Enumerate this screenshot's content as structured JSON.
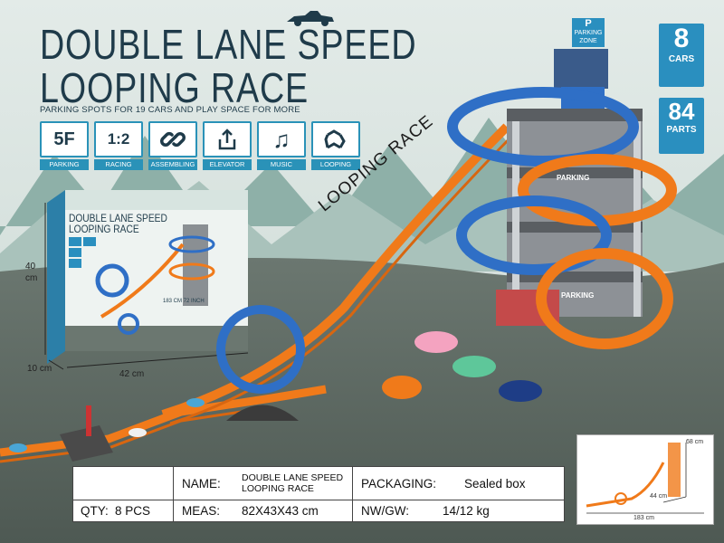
{
  "title": {
    "line1": "DOUBLE LANE SPEED",
    "line2": "LOOPING RACE"
  },
  "subtitle": "PARKING SPOTS FOR 19 CARS AND PLAY SPACE FOR MORE",
  "features": [
    {
      "icon_text": "5F",
      "icon": "parking-floors-icon",
      "label": "PARKING"
    },
    {
      "icon_text": "1:2",
      "icon": "racing-score-icon",
      "label": "RACING"
    },
    {
      "icon_text": "",
      "icon": "chain-link-icon",
      "label": "ASSEMBLING"
    },
    {
      "icon_text": "",
      "icon": "upload-arrow-icon",
      "label": "ELEVATOR"
    },
    {
      "icon_text": "",
      "icon": "music-note-icon",
      "label": "MUSIC"
    },
    {
      "icon_text": "",
      "icon": "loop-arrows-icon",
      "label": "LOOPING"
    }
  ],
  "badges": [
    {
      "value": "8",
      "caption": "CARS"
    },
    {
      "value": "84",
      "caption": "PARTS"
    }
  ],
  "box_dimensions": {
    "height": "40\ncm",
    "depth": "10 cm",
    "width": "42 cm"
  },
  "box_art": {
    "title_line1": "DOUBLE LANE SPEED",
    "title_line2": "LOOPING RACE",
    "size_note": "183 CM 72 INCH"
  },
  "tower_sign": {
    "line1": "P",
    "line2": "PARKING",
    "line3": "ZONE"
  },
  "tower_labels": [
    "PARKING",
    "PARKING"
  ],
  "ramp_text": "LOOPING RACE",
  "spec": {
    "name_label": "NAME:",
    "name_value": "DOUBLE LANE SPEED LOOPING RACE",
    "packaging_label": "PACKAGING:",
    "packaging_value": "Sealed box",
    "qty_label": "QTY:",
    "qty_value": "8 PCS",
    "meas_label": "MEAS:",
    "meas_value": "82X43X43 cm",
    "nwgw_label": "NW/GW:",
    "nwgw_value": "14/12 kg"
  },
  "inset": {
    "height": "68 cm",
    "depth": "44 cm",
    "length": "183 cm"
  },
  "colors": {
    "accent": "#2a8fbf",
    "title": "#1f3b4a",
    "track_orange": "#f07a1a",
    "track_blue": "#2f6fc6",
    "ground": "#5e6a63"
  }
}
